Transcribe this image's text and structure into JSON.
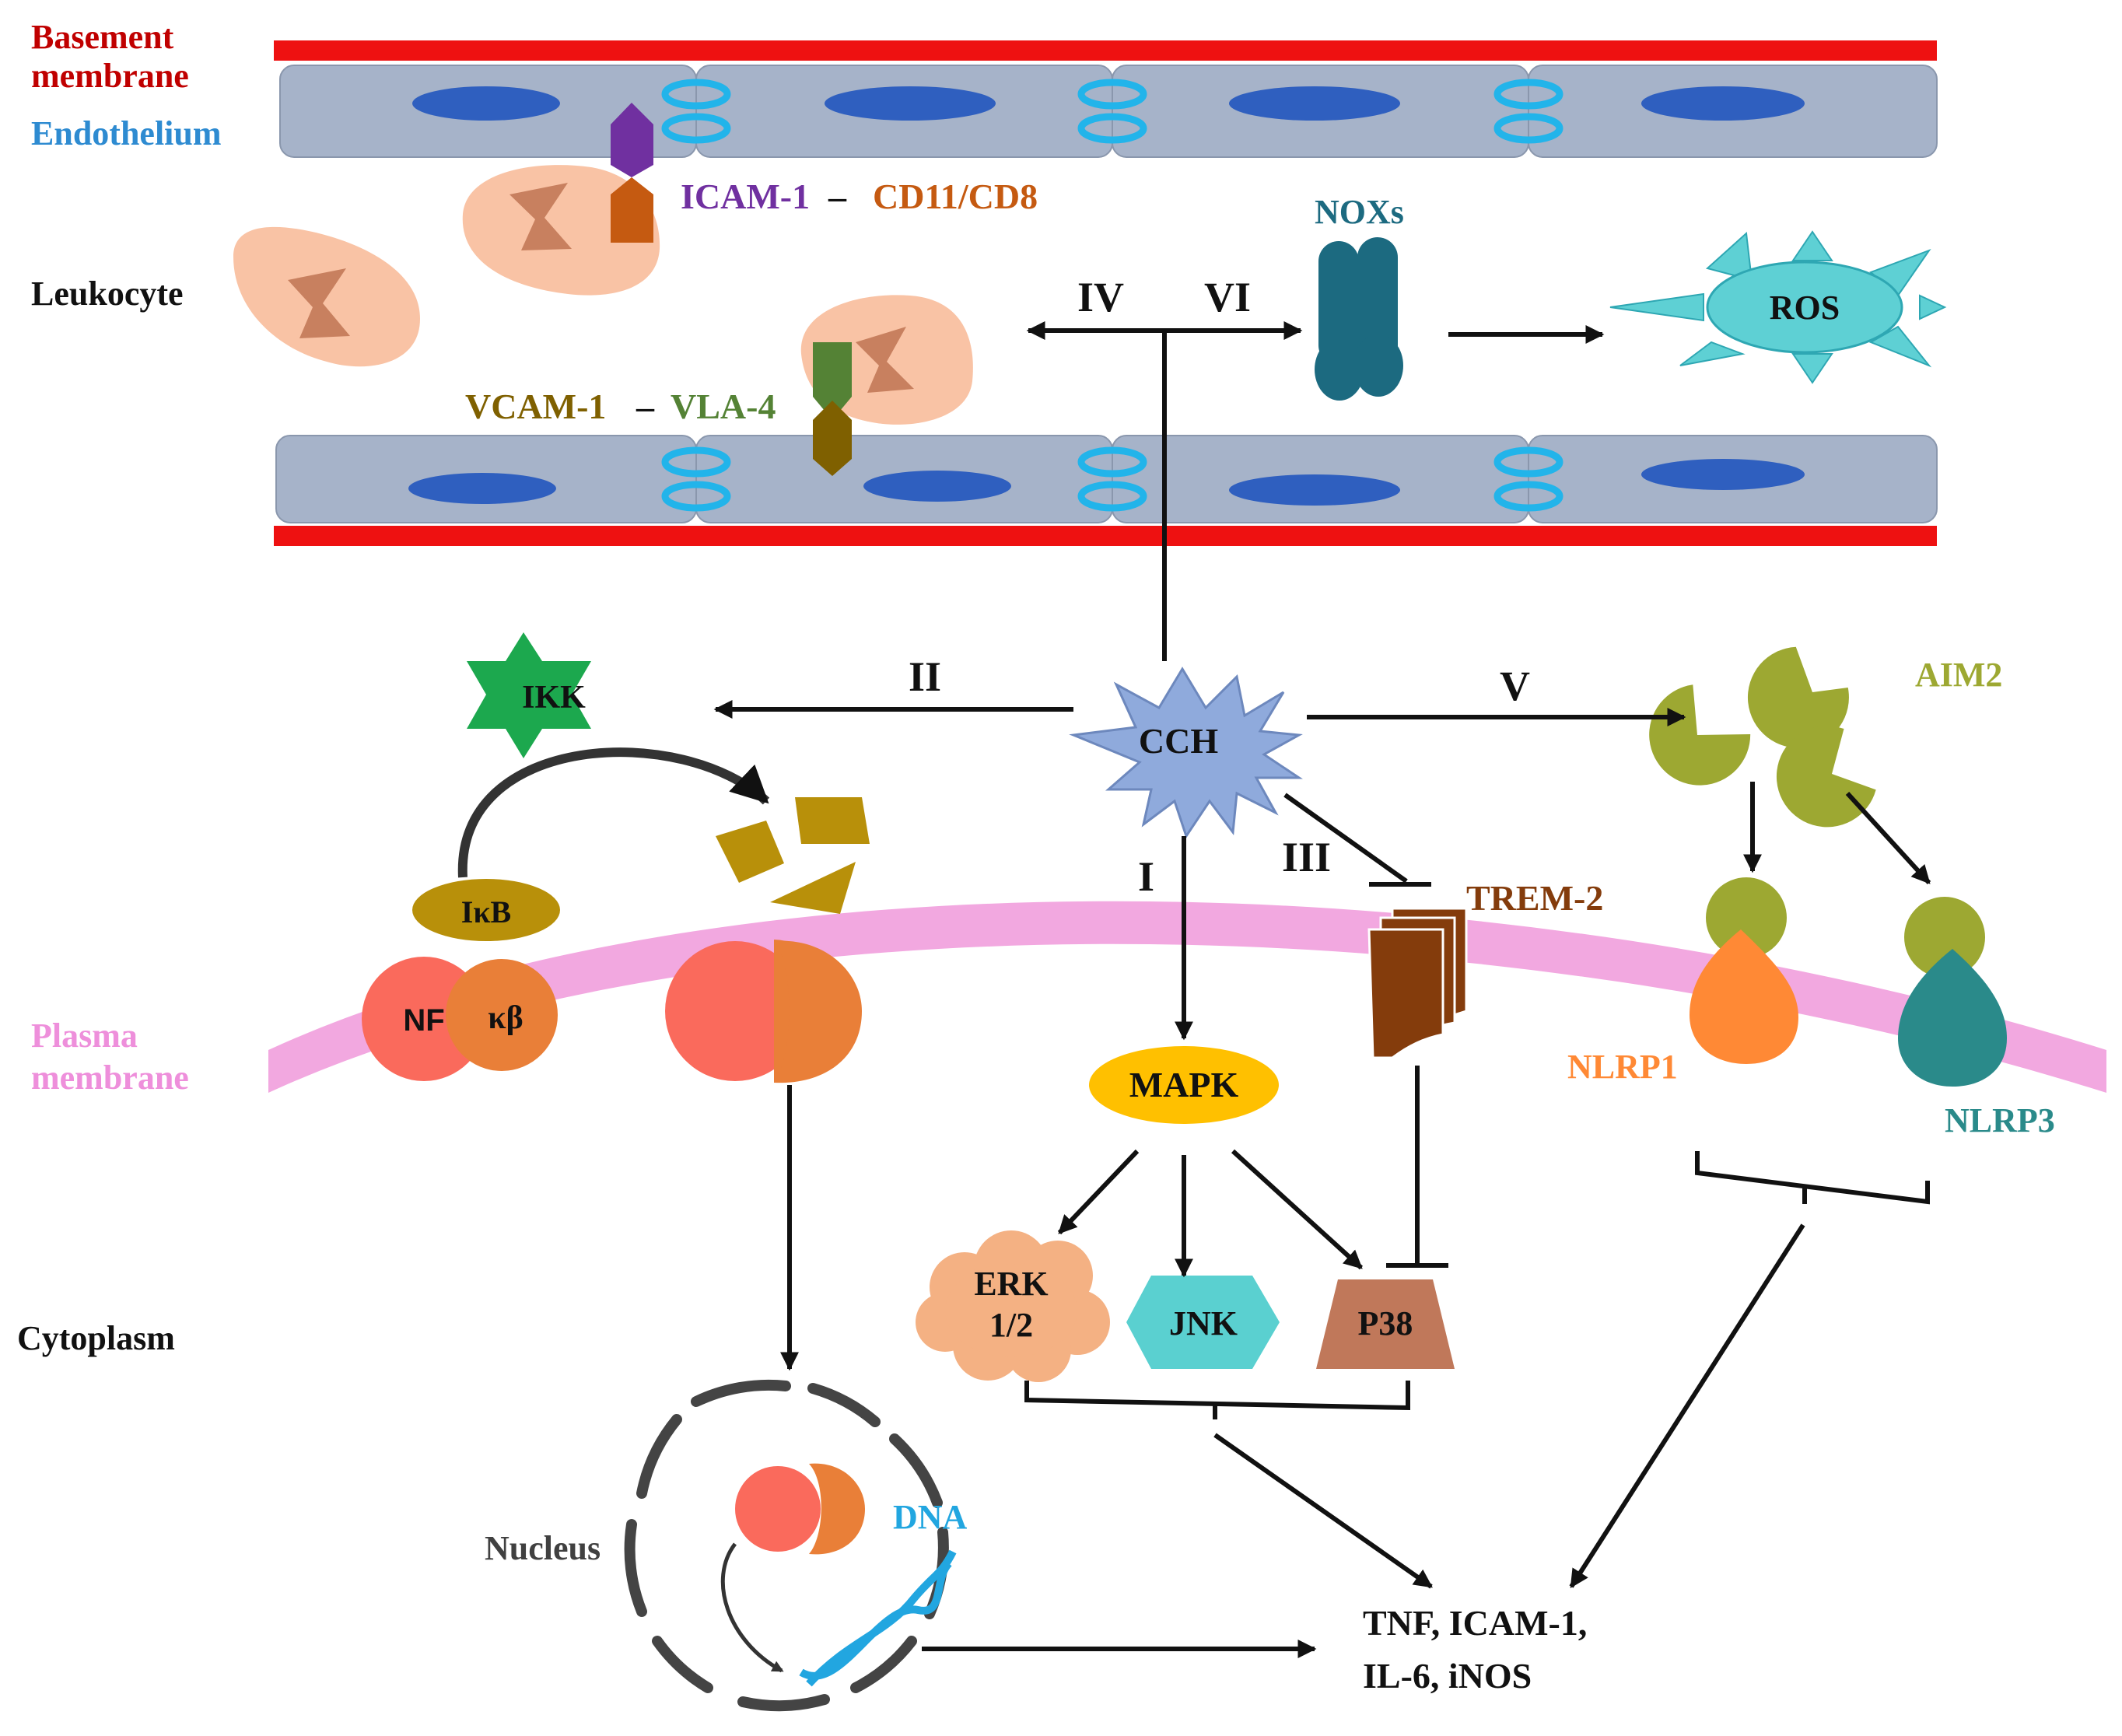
{
  "labels": {
    "basement_membrane": [
      "Basement",
      "membrane"
    ],
    "endothelium": "Endothelium",
    "leukocyte": "Leukocyte",
    "plasma_membrane": [
      "Plasma",
      "membrane"
    ],
    "cytoplasm": "Cytoplasm",
    "nucleus": "Nucleus"
  },
  "adhesion": {
    "icam1": "ICAM-1",
    "dash": "–",
    "cd11_cd8": "CD11/CD8",
    "vcam1": "VCAM-1",
    "vla4": "VLA-4"
  },
  "pathways": {
    "i": "I",
    "ii": "II",
    "iii": "III",
    "iv": "IV",
    "v": "V",
    "vi": "VI"
  },
  "nodes": {
    "cch": "CCH",
    "noxs": "NOXs",
    "ros": "ROS",
    "ikk": "IKK",
    "ikb": "IκB",
    "nf": "NF",
    "kb": "κβ",
    "mapk": "MAPK",
    "erk": [
      "ERK",
      "1/2"
    ],
    "jnk": "JNK",
    "p38": "P38",
    "trem2": "TREM-2",
    "aim2": "AIM2",
    "nlrp1": "NLRP1",
    "nlrp3": "NLRP3",
    "dna": "DNA"
  },
  "outputs": [
    "TNF, ICAM-1,",
    "IL-6,  iNOS"
  ],
  "colors": {
    "basement_red": "#ee1111",
    "basement_label": "#c00000",
    "endothelium_fill": "#a6b3c9",
    "endothelium_label": "#2e8bd1",
    "nuclei": "#2f5fbf",
    "junction": "#22b4ea",
    "leukocyte_fill": "#f9c3a5",
    "leukocyte_nucleus": "#c8805f",
    "icam_purple": "#7030a0",
    "cd_orange": "#c55a11",
    "vcam_brown": "#7f6000",
    "vla4_green": "#548235",
    "nox_teal": "#1c6a80",
    "ros_fill": "#5ed0d4",
    "cch_fill": "#8faadc",
    "ikk_green": "#1ca84e",
    "gold": "#b8900a",
    "nf_red": "#fa6a5c",
    "nf_orange": "#e97f38",
    "plasma_pink": "#f2a8e0",
    "plasma_label": "#ee8fdb",
    "mapk_yellow": "#ffc000",
    "erk_peach": "#f4b183",
    "jnk_teal": "#5ad0d0",
    "p38_brown": "#c0785a",
    "trem_brown": "#843c0c",
    "aim2_olive": "#9da832",
    "nlrp1_orange": "#ff8935",
    "nlrp3_teal": "#2a8a8a",
    "nucleus_gray": "#444444",
    "dna_blue": "#22a6e0",
    "arrow": "#111111"
  }
}
